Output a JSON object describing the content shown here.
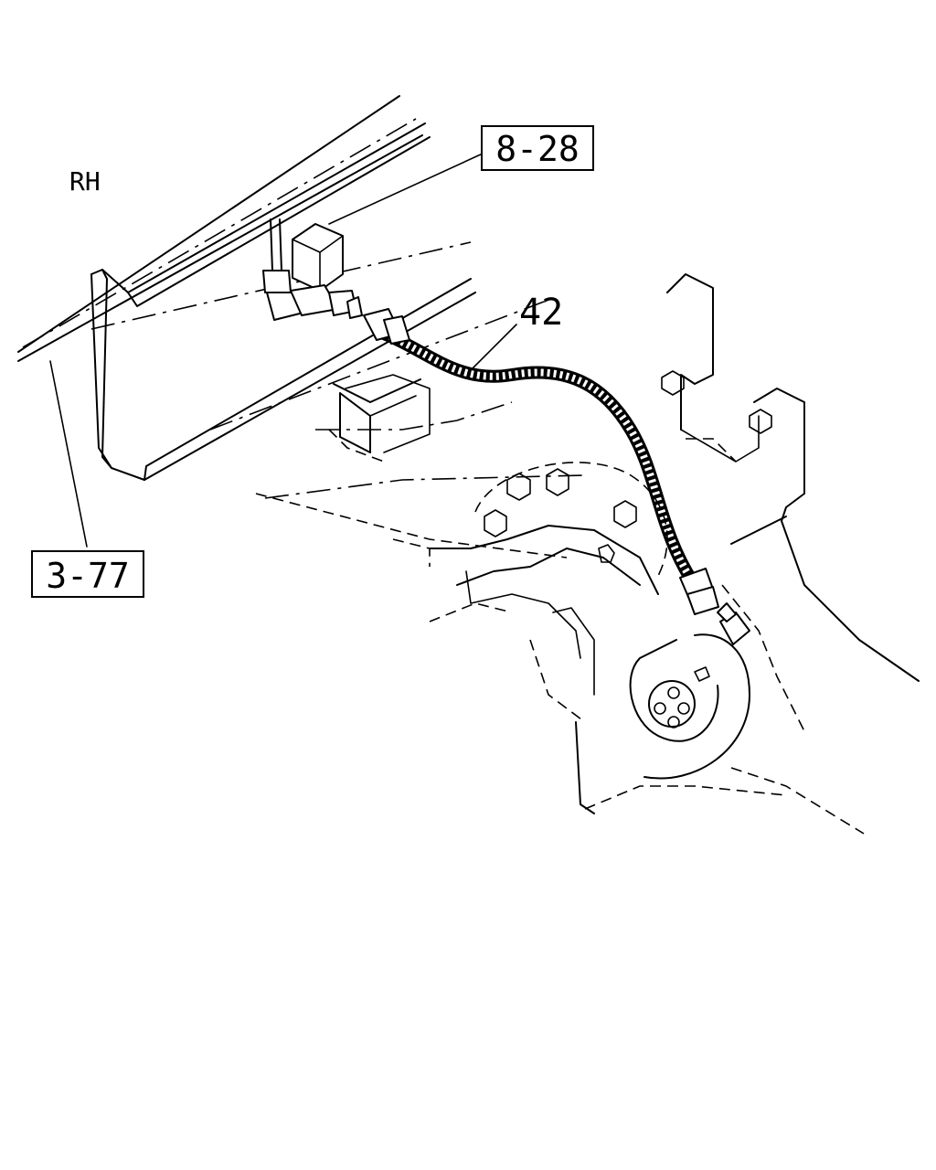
{
  "labels": {
    "side": "RH",
    "hose_part": "42",
    "ref_upper": "8-28",
    "ref_lower": "3-77"
  }
}
